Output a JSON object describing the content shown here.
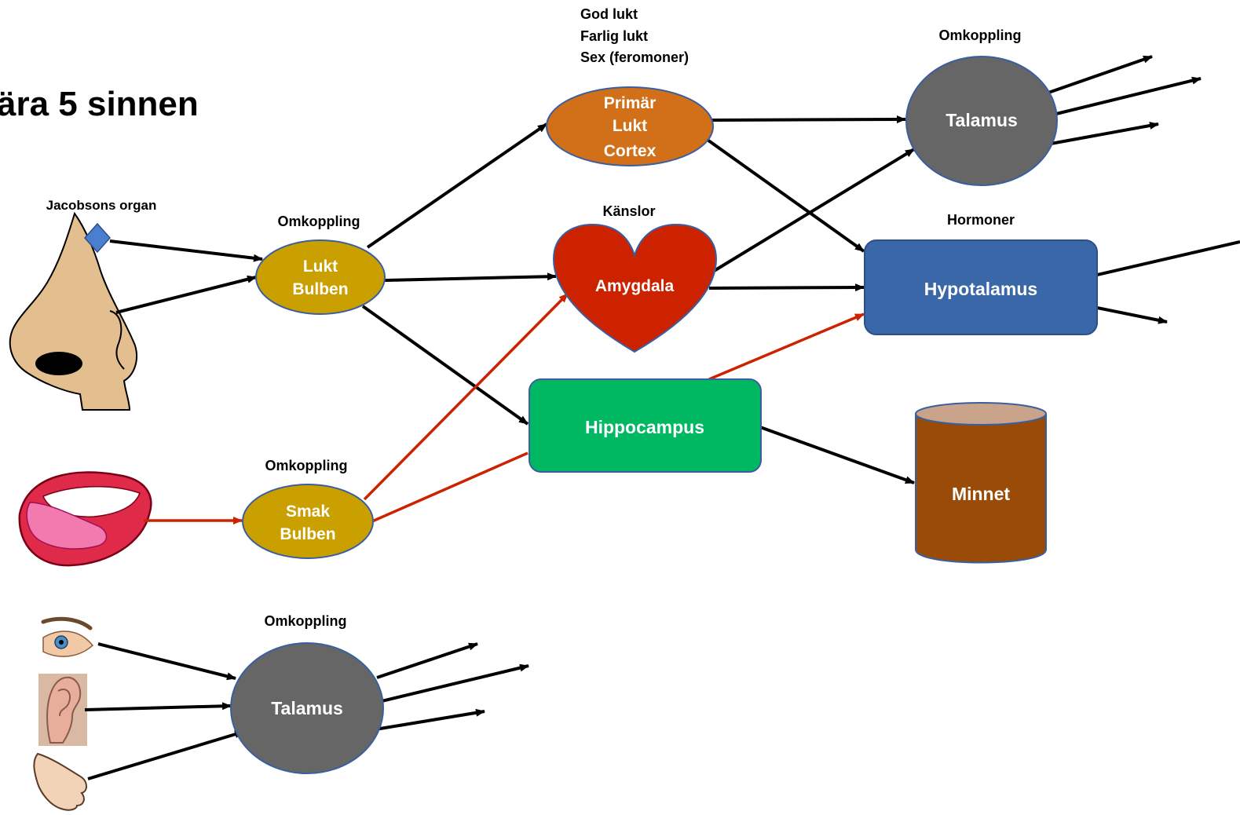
{
  "page_title": "ära 5 sinnen",
  "labels": {
    "jacobsons_organ": "Jacobsons organ",
    "omkoppling_lukt": "Omkoppling",
    "omkoppling_smak": "Omkoppling",
    "omkoppling_talamus_top": "Omkoppling",
    "omkoppling_talamus_bottom": "Omkoppling",
    "kanslor": "Känslor",
    "hormoner": "Hormoner",
    "cortex_note_1": "God lukt",
    "cortex_note_2": "Farlig lukt",
    "cortex_note_3": "Sex (feromoner)"
  },
  "nodes": {
    "lukt_bulben": [
      "Lukt",
      "Bulben"
    ],
    "smak_bulben": [
      "Smak",
      "Bulben"
    ],
    "primar_lukt_cortex": [
      "Primär",
      "Lukt",
      "Cortex"
    ],
    "amygdala": "Amygdala",
    "hippocampus": "Hippocampus",
    "talamus_top": "Talamus",
    "talamus_bottom": "Talamus",
    "hypotalamus": "Hypotalamus",
    "minnet": "Minnet"
  },
  "colors": {
    "bulb": "#C9A000",
    "cortex": "#D2701A",
    "amygdala": "#CC2200",
    "hippocampus": "#00B862",
    "talamus": "#666666",
    "hypotalamus": "#3A67A8",
    "minnet": "#9A4B08",
    "minnet_top": "#C9A38A",
    "arrow_black": "#000000",
    "arrow_red": "#CC2200",
    "skin": "#E3BE8E",
    "jacobson_marker": "#4A7FD0"
  },
  "icons": [
    "nose-icon",
    "mouth-icon",
    "eye-icon",
    "ear-icon",
    "hand-icon"
  ]
}
